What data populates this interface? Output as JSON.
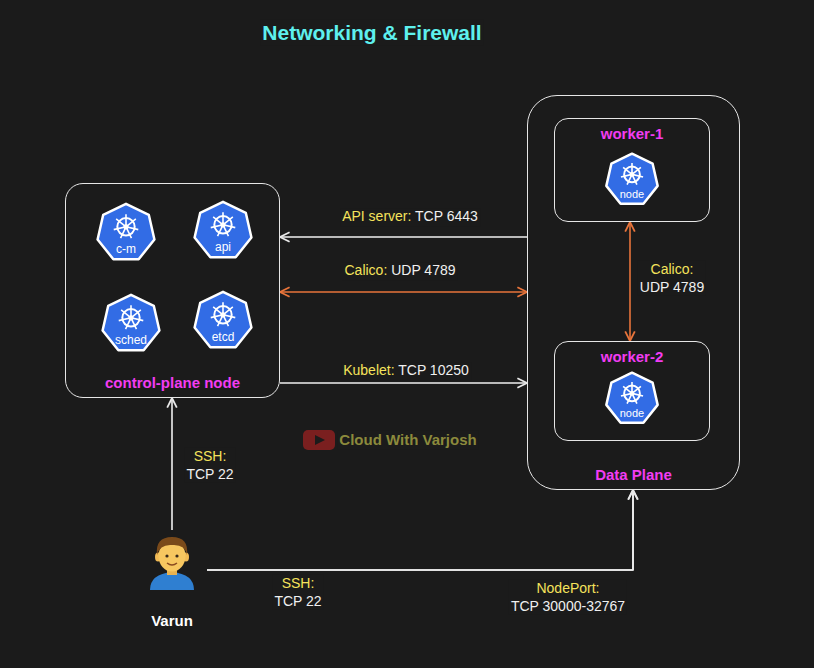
{
  "diagram": {
    "title": "Networking & Firewall",
    "nodes": [
      {
        "text": [
          "control-plane node"
        ]
      },
      {
        "text": [
          "c-m"
        ],
        "in": 0
      },
      {
        "text": [
          "api"
        ],
        "in": 0
      },
      {
        "text": [
          "sched"
        ],
        "in": 0
      },
      {
        "text": [
          "etcd"
        ],
        "in": 0
      },
      {
        "text": [
          "Data Plane"
        ]
      },
      {
        "text": [
          "worker-1"
        ],
        "in": 5
      },
      {
        "text": [
          "node"
        ],
        "in": 6
      },
      {
        "text": [
          "worker-2"
        ],
        "in": 5
      },
      {
        "text": [
          "node"
        ],
        "in": 8
      },
      {
        "text": [
          "Varun"
        ]
      }
    ],
    "edges": [
      {
        "from": 5,
        "to": 0,
        "arrow": "to",
        "label": "API server: TCP 6443"
      },
      {
        "from": 0,
        "to": 5,
        "arrow": "both",
        "label": "Calico: UDP 4789"
      },
      {
        "from": 0,
        "to": 5,
        "arrow": "to",
        "label": "Kubelet: TCP 10250"
      },
      {
        "from": 6,
        "to": 8,
        "arrow": "both",
        "label": "Calico: UDP 4789"
      },
      {
        "from": 10,
        "to": 0,
        "arrow": "to",
        "label": "SSH: TCP 22"
      },
      {
        "from": 10,
        "to": 5,
        "arrow": "to",
        "label": "SSH: TCP 22"
      },
      {
        "from": 10,
        "to": 5,
        "arrow": "to",
        "label": "NodePort: TCP 30000-32767"
      }
    ],
    "labels": [
      "Cloud With Varjosh"
    ]
  }
}
